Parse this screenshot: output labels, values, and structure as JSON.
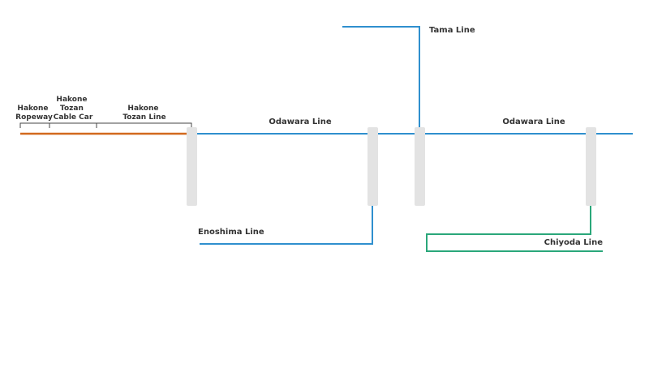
{
  "colors": {
    "odakyu": "#2f8fce",
    "hakone": "#d2691e",
    "chiyoda": "#2aa77a",
    "station": "#e3e3e3",
    "text": "#333333",
    "background": "#ffffff"
  },
  "lines": {
    "hakone_ropeway": [
      "Hakone",
      "Ropeway"
    ],
    "hakone_tozan_cable_car": [
      "Hakone",
      "Tozan",
      "Cable Car"
    ],
    "hakone_tozan_line": [
      "Hakone",
      "Tozan Line"
    ],
    "odawara_line_west": "Odawara Line",
    "odawara_line_east": "Odawara Line",
    "tama_line": "Tama Line",
    "enoshima_line": "Enoshima Line",
    "chiyoda_line": "Chiyoda Line"
  }
}
